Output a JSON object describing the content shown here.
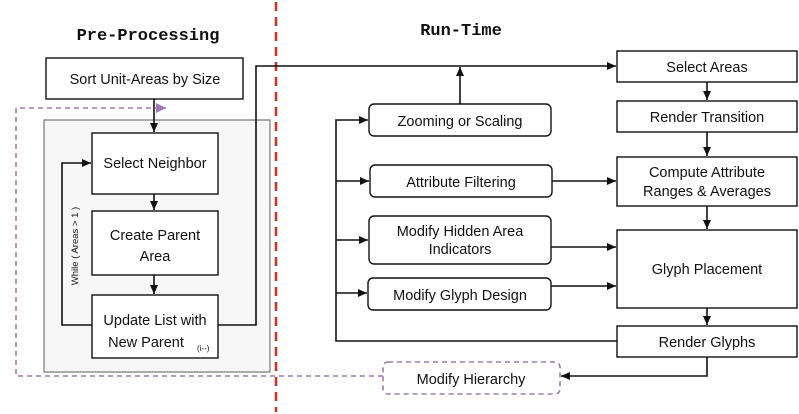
{
  "titles": {
    "pre_processing": "Pre-Processing",
    "run_time": "Run-Time"
  },
  "pre_processing": {
    "sort": "Sort Unit-Areas by Size",
    "select_neighbor": "Select Neighbor",
    "create_parent_line1": "Create Parent",
    "create_parent_line2": "Area",
    "update_line1": "Update List with",
    "update_line2": "New Parent",
    "update_counter": "(i--)",
    "loop_label": "While ( Areas > 1 )"
  },
  "run_time": {
    "zooming": "Zooming or Scaling",
    "attribute_filtering": "Attribute Filtering",
    "hidden_line1": "Modify Hidden Area",
    "hidden_line2": "Indicators",
    "glyph_design": "Modify Glyph Design",
    "select_areas": "Select Areas",
    "render_transition": "Render Transition",
    "compute_line1": "Compute Attribute",
    "compute_line2": "Ranges & Averages",
    "glyph_placement": "Glyph Placement",
    "render_glyphs": "Render Glyphs",
    "modify_hierarchy": "Modify Hierarchy"
  },
  "colors": {
    "divider": "#c0392b",
    "dashed_feedback": "#a07aae",
    "group_fill": "#f7f7f7",
    "group_stroke": "#8a8a8a"
  }
}
